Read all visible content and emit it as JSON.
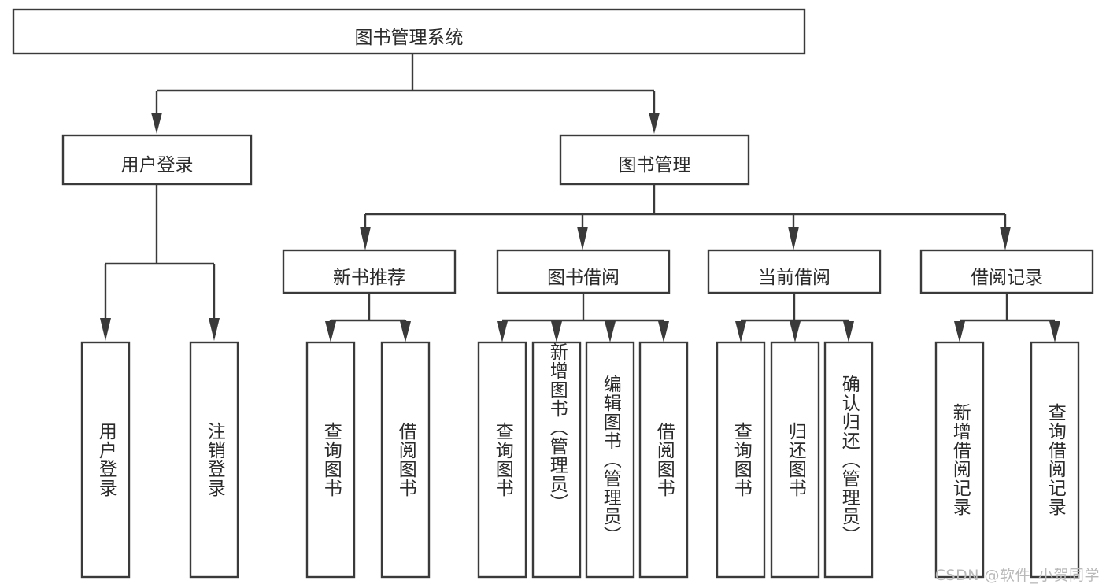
{
  "diagram": {
    "kind": "functional-decomposition-tree",
    "orientation": "top-down",
    "colors": {
      "box_stroke": "#3a3a3a",
      "box_fill": "#ffffff",
      "connector": "#3a3a3a",
      "text": "#2b2b2b",
      "background": "#ffffff",
      "watermark": "#b9b9b9"
    },
    "root": {
      "label": "图书管理系统"
    },
    "level2": [
      {
        "label": "用户登录"
      },
      {
        "label": "图书管理"
      }
    ],
    "level3": [
      {
        "label": "新书推荐"
      },
      {
        "label": "图书借阅"
      },
      {
        "label": "当前借阅"
      },
      {
        "label": "借阅记录"
      }
    ],
    "leaves": {
      "user_login": [
        {
          "label": "用户登录"
        },
        {
          "label": "注销登录"
        }
      ],
      "new_book_recommend": [
        {
          "label": "查询图书"
        },
        {
          "label": "借阅图书"
        }
      ],
      "book_borrow": [
        {
          "label": "查询图书"
        },
        {
          "label": "新增图书（管理员）"
        },
        {
          "label": "编辑图书（管理员）"
        },
        {
          "label": "借阅图书"
        }
      ],
      "current_borrow": [
        {
          "label": "查询图书"
        },
        {
          "label": "归还图书"
        },
        {
          "label": "确认归还（管理员）"
        }
      ],
      "borrow_records": [
        {
          "label": "新增借阅记录"
        },
        {
          "label": "查询借阅记录"
        }
      ]
    },
    "watermark": "CSDN @软件_小贺同学"
  }
}
